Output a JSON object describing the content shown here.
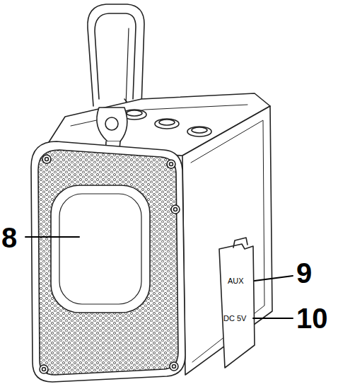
{
  "diagram": {
    "labels": [
      "8",
      "AUX",
      "9",
      "DC 5V",
      "10"
    ]
  }
}
